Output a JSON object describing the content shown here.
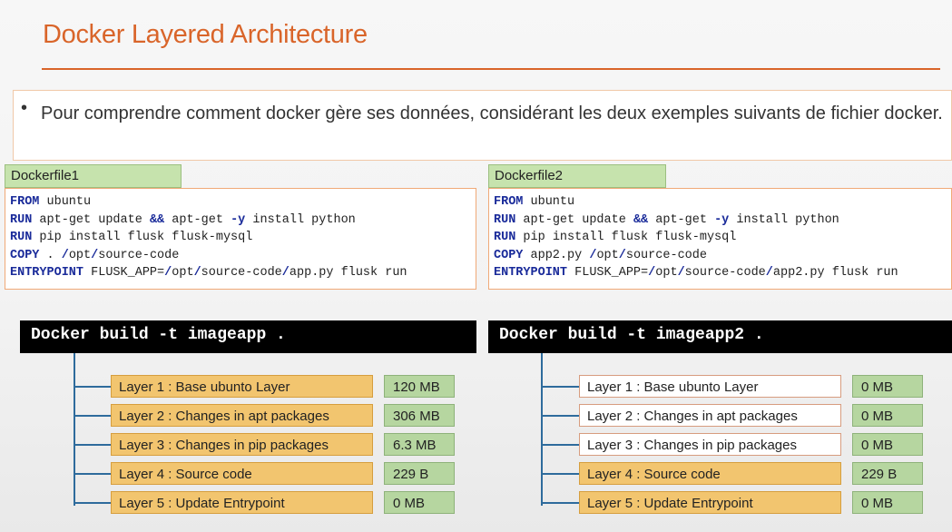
{
  "title": "Docker Layered Architecture",
  "description": {
    "bullet": "•",
    "text": "Pour comprendre comment docker gère ses données, considérant les deux exemples suivants de fichier docker."
  },
  "dockerfiles": [
    {
      "label": "Dockerfile1",
      "lines": [
        [
          {
            "kw": "FROM"
          },
          {
            "t": " ubuntu"
          }
        ],
        [
          {
            "kw": "RUN"
          },
          {
            "t": " apt-get update "
          },
          {
            "kw": "&&"
          },
          {
            "t": " apt-get "
          },
          {
            "kw": "-y"
          },
          {
            "t": " install python"
          }
        ],
        [
          {
            "kw": "RUN"
          },
          {
            "t": " pip install flusk flusk-mysql"
          }
        ],
        [
          {
            "kw": "COPY"
          },
          {
            "t": " . "
          },
          {
            "kw": "/"
          },
          {
            "t": "opt"
          },
          {
            "kw": "/"
          },
          {
            "t": "source-code"
          }
        ],
        [
          {
            "kw": "ENTRYPOINT"
          },
          {
            "t": " FLUSK_APP="
          },
          {
            "kw": "/"
          },
          {
            "t": "opt"
          },
          {
            "kw": "/"
          },
          {
            "t": "source-code"
          },
          {
            "kw": "/"
          },
          {
            "t": "app.py flusk run"
          }
        ]
      ]
    },
    {
      "label": "Dockerfile2",
      "lines": [
        [
          {
            "kw": "FROM"
          },
          {
            "t": " ubuntu"
          }
        ],
        [
          {
            "kw": "RUN"
          },
          {
            "t": " apt-get update "
          },
          {
            "kw": "&&"
          },
          {
            "t": " apt-get "
          },
          {
            "kw": "-y"
          },
          {
            "t": " install python"
          }
        ],
        [
          {
            "kw": "RUN"
          },
          {
            "t": " pip install flusk flusk-mysql"
          }
        ],
        [
          {
            "kw": "COPY"
          },
          {
            "t": " app2.py "
          },
          {
            "kw": "/"
          },
          {
            "t": "opt"
          },
          {
            "kw": "/"
          },
          {
            "t": "source-code"
          }
        ],
        [
          {
            "kw": "ENTRYPOINT"
          },
          {
            "t": " FLUSK_APP="
          },
          {
            "kw": "/"
          },
          {
            "t": "opt"
          },
          {
            "kw": "/"
          },
          {
            "t": "source-code"
          },
          {
            "kw": "/"
          },
          {
            "t": "app2.py flusk run"
          }
        ]
      ]
    }
  ],
  "builds": [
    {
      "command": "Docker build -t imageapp .",
      "layers": [
        {
          "label": "Layer 1 : Base ubunto Layer",
          "size": "120 MB",
          "style": "orange"
        },
        {
          "label": "Layer 2 : Changes in apt packages",
          "size": "306 MB",
          "style": "orange"
        },
        {
          "label": "Layer 3 : Changes in pip packages",
          "size": "6.3 MB",
          "style": "orange"
        },
        {
          "label": "Layer 4 : Source code",
          "size": "229 B",
          "style": "orange"
        },
        {
          "label": "Layer 5 : Update Entrypoint",
          "size": "0 MB",
          "style": "orange"
        }
      ]
    },
    {
      "command": "Docker build -t imageapp2 .",
      "layers": [
        {
          "label": "Layer 1 : Base ubunto Layer",
          "size": "0 MB",
          "style": "white"
        },
        {
          "label": "Layer 2 : Changes in apt packages",
          "size": "0 MB",
          "style": "white"
        },
        {
          "label": "Layer 3 : Changes in pip packages",
          "size": "0 MB",
          "style": "white"
        },
        {
          "label": "Layer 4 : Source code",
          "size": "229 B",
          "style": "orange"
        },
        {
          "label": "Layer 5 : Update Entrypoint",
          "size": "0 MB",
          "style": "orange"
        }
      ]
    }
  ]
}
